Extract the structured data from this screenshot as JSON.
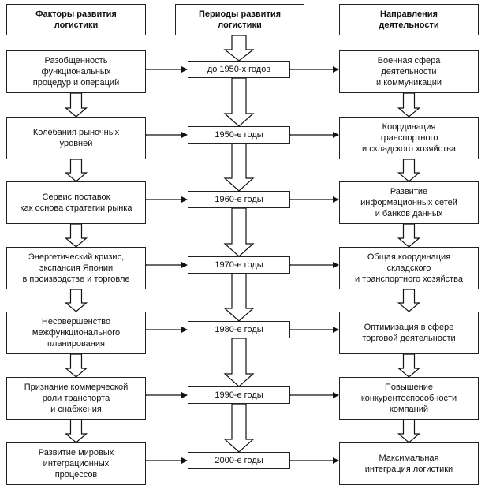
{
  "headers": {
    "left": "Факторы развития\nлогистики",
    "middle": "Периоды развития\nлогистики",
    "right": "Направления\nдеятельности"
  },
  "rows": [
    {
      "factor": "Разобщенность\nфункциональных\nпроцедур и операций",
      "period": "до 1950-х годов",
      "direction": "Военная сфера\nдеятельности\nи коммуникации"
    },
    {
      "factor": "Колебания рыночных\nуровней",
      "period": "1950-е годы",
      "direction": "Координация\nтранспортного\nи складского хозяйства"
    },
    {
      "factor": "Сервис поставок\nкак основа стратегии рынка",
      "period": "1960-е годы",
      "direction": "Развитие\nинформационных сетей\nи банков данных"
    },
    {
      "factor": "Энергетический кризис,\nэкспансия Японии\nв производстве и торговле",
      "period": "1970-е годы",
      "direction": "Общая координация\nскладского\nи транспортного хозяйства"
    },
    {
      "factor": "Несовершенство\nмежфункционального\nпланирования",
      "period": "1980-е годы",
      "direction": "Оптимизация в сфере\nторговой деятельности"
    },
    {
      "factor": "Признание коммерческой\nроли транспорта\nи снабжения",
      "period": "1990-е годы",
      "direction": "Повышение\nконкурентоспособности\nкомпаний"
    },
    {
      "factor": "Развитие мировых\nинтеграционных\nпроцессов",
      "period": "2000-е годы",
      "direction": "Максимальная\nинтеграция логистики"
    }
  ]
}
